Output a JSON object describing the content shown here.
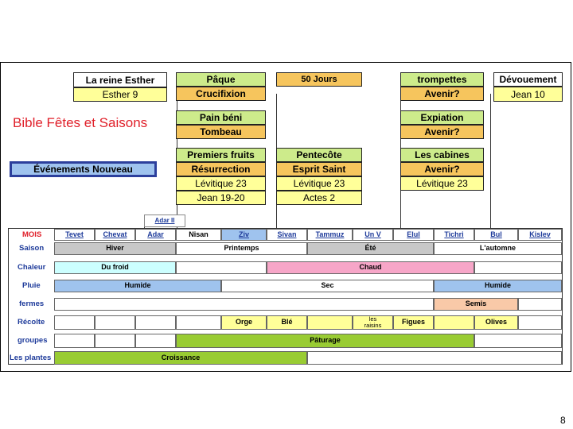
{
  "title": "Bible Fêtes et Saisons",
  "legend": "Événements Nouveau",
  "feasts": [
    {
      "key": "esther",
      "lines": [
        "La reine Esther",
        "Esther 9"
      ]
    },
    {
      "key": "paque",
      "lines": [
        "Pâque",
        "Crucifixion"
      ]
    },
    {
      "key": "pain",
      "lines": [
        "Pain béni",
        "Tombeau"
      ]
    },
    {
      "key": "premiers",
      "lines": [
        "Premiers fruits",
        "Résurrection",
        "Lévitique 23",
        "Jean 19-20"
      ]
    },
    {
      "key": "cinquante",
      "lines": [
        "50 Jours"
      ]
    },
    {
      "key": "pentecote",
      "lines": [
        "Pentecôte",
        "Esprit Saint",
        "Lévitique 23",
        "Actes 2"
      ]
    },
    {
      "key": "trompettes",
      "lines": [
        "trompettes",
        "Avenir?"
      ]
    },
    {
      "key": "expiation",
      "lines": [
        "Expiation",
        "Avenir?"
      ]
    },
    {
      "key": "cabines",
      "lines": [
        "Les cabines",
        "Avenir?",
        "Lévitique 23"
      ]
    },
    {
      "key": "devouement",
      "lines": [
        "Dévouement",
        "Jean 10"
      ]
    }
  ],
  "adar2": "Adar II",
  "row_labels": [
    "MOIS",
    "Saison",
    "Chaleur",
    "Pluie",
    "fermes",
    "Récolte",
    "groupes",
    "Les plantes"
  ],
  "months": [
    "Tevet",
    "Chevat",
    "Adar",
    "Nisan",
    "Ziv",
    "Sivan",
    "Tammuz",
    "Un V",
    "Elul",
    "Tichri",
    "Bul",
    "Kislev"
  ],
  "saison": {
    "hiver": "Hiver",
    "printemps": "Printemps",
    "ete": "Été",
    "automne": "L'automne"
  },
  "chaleur": {
    "froid": "Du froid",
    "chaud": "Chaud"
  },
  "pluie": {
    "humide1": "Humide",
    "sec": "Sec",
    "humide2": "Humide"
  },
  "fermes": {
    "semis": "Semis"
  },
  "recolte": {
    "orge": "Orge",
    "ble": "Blé",
    "raisins": "les raisins",
    "figues": "Figues",
    "olives": "Olives"
  },
  "groupes": {
    "paturage": "Pâturage"
  },
  "plantes": {
    "croissance": "Croissance"
  },
  "page_number": "8",
  "colors": {
    "green": "#cdeb8b",
    "yellow": "#ffff99",
    "orange": "#f6c55d",
    "blue_month": "#9fc3ee",
    "pink": "#f7a6c8",
    "cyan": "#ccffff",
    "peach": "#f9c9a8",
    "grey": "#c8c8c8",
    "bright_green": "#99cc33",
    "red": "#e0202a"
  }
}
